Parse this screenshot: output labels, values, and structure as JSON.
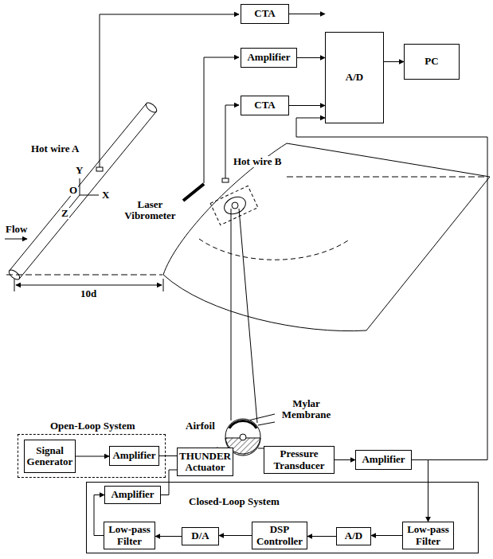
{
  "diagram": {
    "nodes": [
      {
        "text": [
          "CTA"
        ]
      },
      {
        "text": [
          "Amplifier"
        ]
      },
      {
        "text": [
          "CTA"
        ]
      },
      {
        "text": [
          "A/D"
        ]
      },
      {
        "text": [
          "PC"
        ]
      },
      {
        "text": [
          "Pressure Transducer"
        ]
      },
      {
        "text": [
          "Amplifier"
        ]
      },
      {
        "text": [
          "Open-Loop System"
        ]
      },
      {
        "text": [
          "Signal Generator"
        ],
        "in": 7
      },
      {
        "text": [
          "Amplifier"
        ],
        "in": 7
      },
      {
        "text": [
          "THUNDER Actuator"
        ]
      },
      {
        "text": [
          "Closed-Loop System"
        ]
      },
      {
        "text": [
          "Amplifier"
        ],
        "in": 11
      },
      {
        "text": [
          "Low-pass Filter"
        ],
        "in": 11
      },
      {
        "text": [
          "D/A"
        ],
        "in": 11
      },
      {
        "text": [
          "DSP Controller"
        ],
        "in": 11
      },
      {
        "text": [
          "A/D"
        ],
        "in": 11
      },
      {
        "text": [
          "Low-pass Filter"
        ],
        "in": 11
      }
    ],
    "edges": [
      {
        "from": 0,
        "to": 3,
        "arrow": "to"
      },
      {
        "from": 1,
        "to": 3,
        "arrow": "to"
      },
      {
        "from": 2,
        "to": 3,
        "arrow": "to"
      },
      {
        "from": 3,
        "to": 4,
        "arrow": "to"
      },
      {
        "from": 5,
        "to": 6,
        "arrow": "to"
      },
      {
        "from": 6,
        "to": 3,
        "arrow": "to"
      },
      {
        "from": 6,
        "to": 17,
        "arrow": "to"
      },
      {
        "from": 8,
        "to": 9,
        "arrow": "to"
      },
      {
        "from": 9,
        "to": 10,
        "arrow": "none"
      },
      {
        "from": 12,
        "to": 10,
        "arrow": "none"
      },
      {
        "from": 17,
        "to": 16,
        "arrow": "to"
      },
      {
        "from": 16,
        "to": 15,
        "arrow": "to"
      },
      {
        "from": 15,
        "to": 14,
        "arrow": "to"
      },
      {
        "from": 14,
        "to": 13,
        "arrow": "to"
      },
      {
        "from": 13,
        "to": 12,
        "arrow": "to"
      }
    ],
    "labels": [
      "Hot wire A",
      "Hot wire B",
      "Laser Vibrometer",
      "Flow",
      "Y",
      "O",
      "X",
      "Z",
      "10d",
      "Airfoil",
      "Mylar Membrane"
    ]
  }
}
